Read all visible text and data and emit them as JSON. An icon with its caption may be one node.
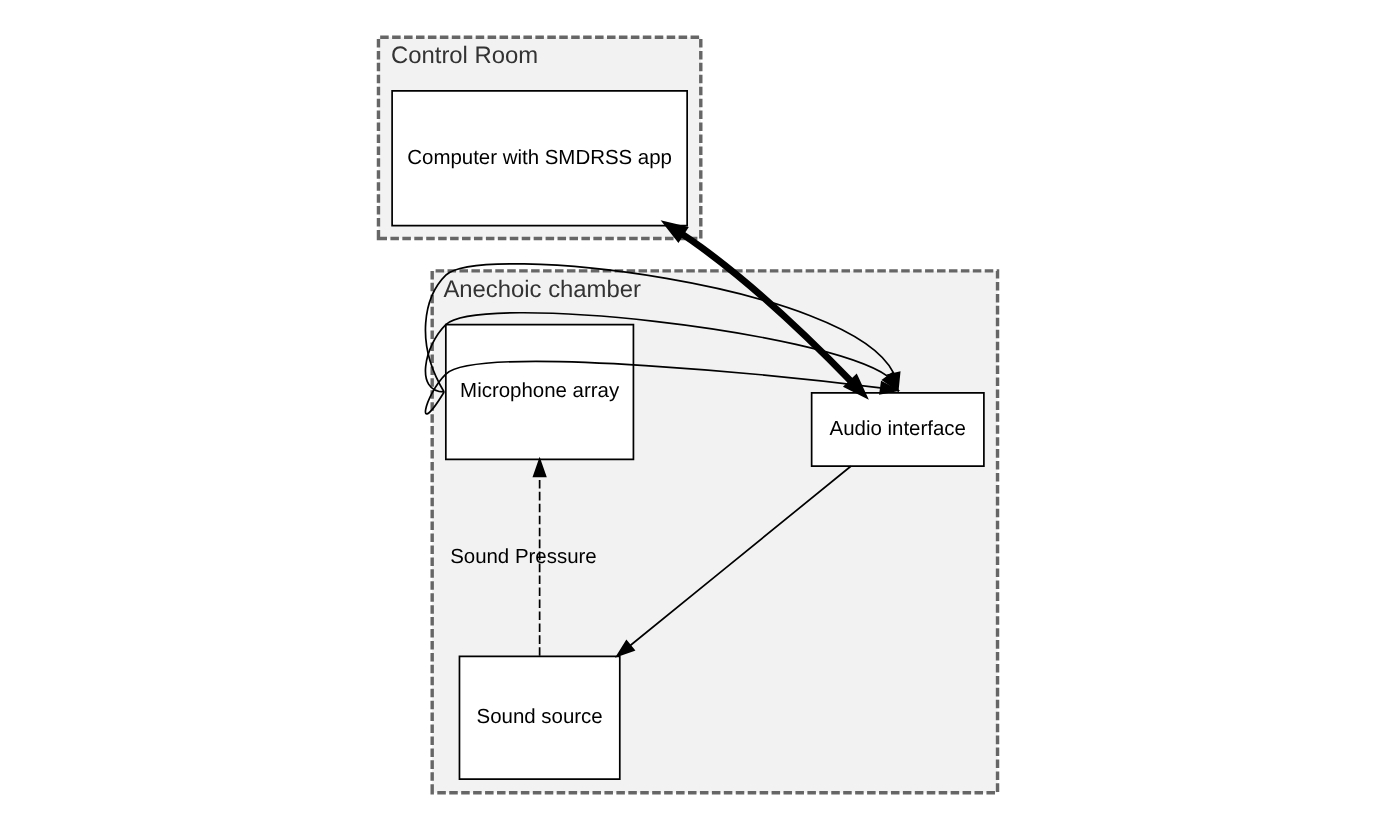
{
  "diagram": {
    "nodes": [
      {
        "text": [
          "Control Room"
        ]
      },
      {
        "text": [
          "Computer with SMDRSS app"
        ],
        "in": 0
      },
      {
        "text": [
          "Anechoic chamber"
        ]
      },
      {
        "text": [
          "Microphone array"
        ],
        "in": 2
      },
      {
        "text": [
          "Audio interface"
        ],
        "in": 2
      },
      {
        "text": [
          "Sound source"
        ],
        "in": 2
      }
    ],
    "edges": [
      {
        "from": 1,
        "to": 4,
        "arrow": "both",
        "style": "thick"
      },
      {
        "from": 3,
        "to": 4,
        "arrow": "to"
      },
      {
        "from": 3,
        "to": 4,
        "arrow": "to"
      },
      {
        "from": 3,
        "to": 4,
        "arrow": "to"
      },
      {
        "from": 4,
        "to": 5,
        "arrow": "to"
      },
      {
        "from": 5,
        "to": 3,
        "arrow": "to",
        "style": "dashed",
        "label": "Sound Pressure"
      }
    ]
  }
}
